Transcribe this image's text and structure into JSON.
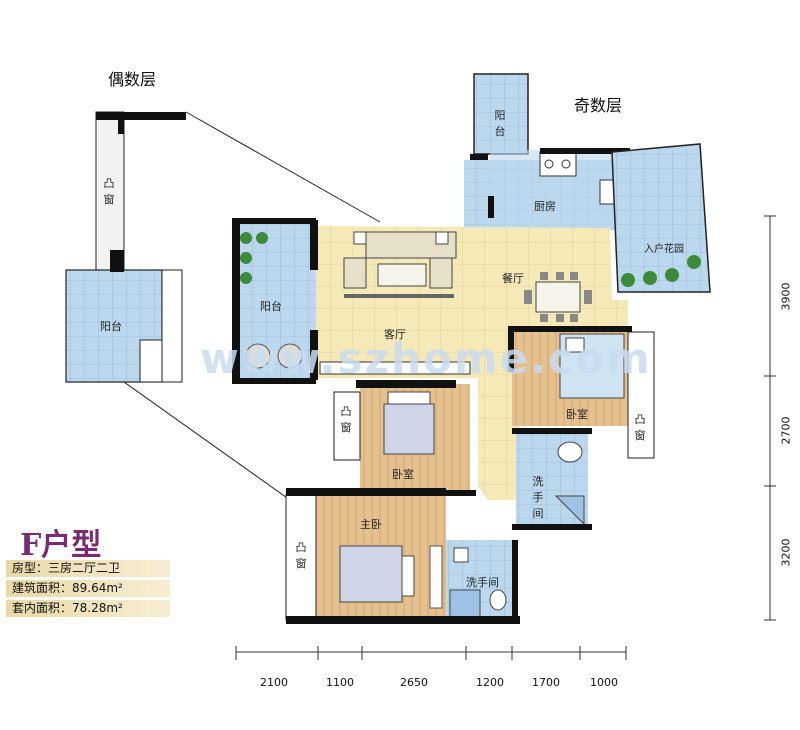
{
  "floors": {
    "even": "偶数层",
    "odd": "奇数层"
  },
  "rooms": {
    "bay_window": "凸窗",
    "balcony": "阳台",
    "kitchen": "厨房",
    "entry_garden": "入户花园",
    "dining": "餐厅",
    "living": "客厅",
    "bedroom": "卧室",
    "master_bedroom": "主卧",
    "bathroom": "洗手间"
  },
  "unit": {
    "title": "F户型",
    "layout": "房型：三房二厅二卫",
    "gross_area": "建筑面积：89.64m²",
    "net_area": "套内面积：78.28m²"
  },
  "watermark": "www.szhome.com",
  "dimensions": {
    "horizontal": [
      "2100",
      "1100",
      "2650",
      "1200",
      "1700",
      "1000"
    ],
    "vertical": [
      "3900",
      "2700",
      "3200"
    ]
  },
  "colors": {
    "floor_yellow": "#f5e9b8",
    "tile_blue": "#bcd8ee",
    "wood": "#e6c190",
    "wall": "#111111",
    "title_purple": "#7a2a6e",
    "label_band": "#e9d9a8"
  }
}
